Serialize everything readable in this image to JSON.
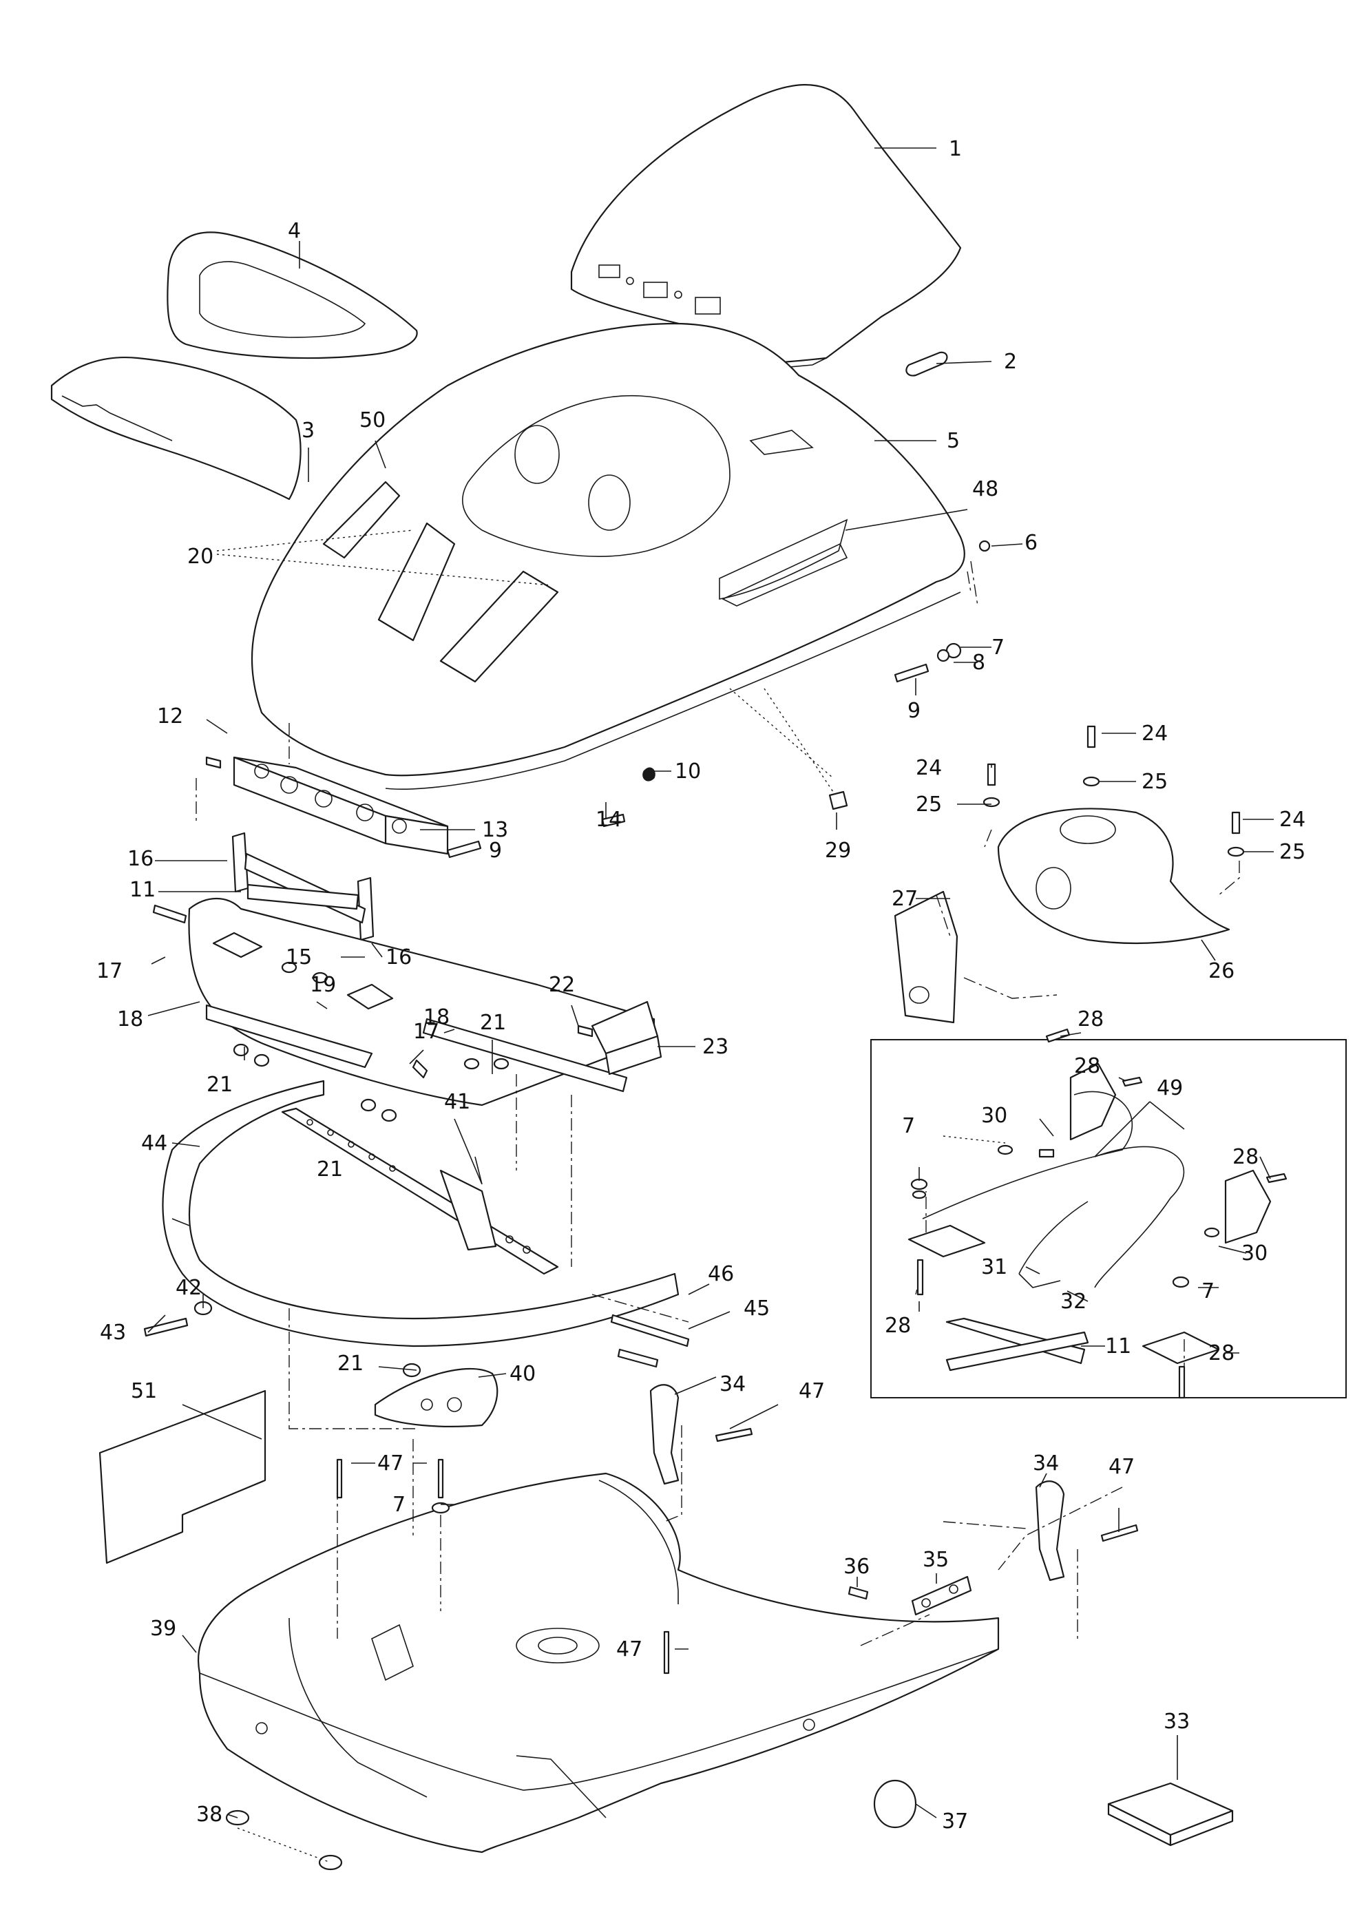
{
  "callouts": [
    "1",
    "2",
    "3",
    "4",
    "5",
    "6",
    "7",
    "8",
    "9",
    "10",
    "11",
    "12",
    "13",
    "14",
    "15",
    "16",
    "17",
    "18",
    "19",
    "20",
    "21",
    "22",
    "23",
    "24",
    "25",
    "26",
    "27",
    "28",
    "29",
    "30",
    "31",
    "32",
    "33",
    "34",
    "35",
    "36",
    "37",
    "38",
    "39",
    "40",
    "41",
    "42",
    "43",
    "44",
    "45",
    "46",
    "47",
    "48",
    "49",
    "50",
    "51"
  ],
  "colors": {
    "line": "#1a1a1a",
    "background": "#ffffff"
  }
}
